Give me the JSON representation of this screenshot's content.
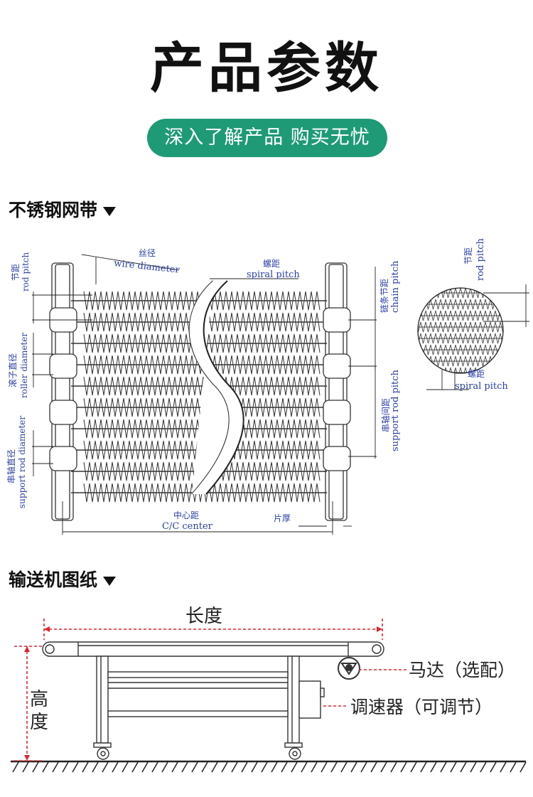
{
  "header": {
    "title": "产品参数",
    "subtitle": "深入了解产品 购买无忧"
  },
  "section1": {
    "heading": "不锈钢网带",
    "labels": {
      "wire_cn": "丝径",
      "wire_en": "wire diameter",
      "spiral_cn": "螺距",
      "spiral_en": "spiral pitch",
      "rod_cn": "节距",
      "rod_en": "rod pitch",
      "roller_cn": "滚子直径",
      "roller_en": "roller diameter",
      "support_cn": "串轴直径",
      "support_en": "support rod diameter",
      "chain_cn": "链条节距",
      "chain_en": "chain pitch",
      "srpitch_cn": "串轴间距",
      "srpitch_en": "support rod pitch",
      "center_cn": "中心距",
      "center_en": "C/C center",
      "thick_cn": "片厚",
      "rod2_cn": "节距",
      "rod2_en": "rod pitch",
      "spiral2_cn": "螺距",
      "spiral2_en": "spiral pitch"
    }
  },
  "section2": {
    "heading": "输送机图纸",
    "labels": {
      "length": "长度",
      "height_1": "高",
      "height_2": "度",
      "motor": "马达（选配）",
      "speed": "调速器（可调节）"
    }
  },
  "colors": {
    "accent": "#1e9a77",
    "label_blue": "#2a3ea8",
    "dim_red": "#e0242c"
  }
}
